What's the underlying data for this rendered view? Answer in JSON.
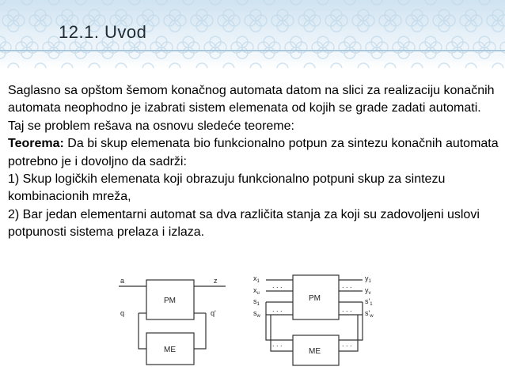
{
  "slide": {
    "title": "12.1. Uvod",
    "paragraphs": [
      {
        "text": "Saglasno sa opštom šemom konačnog automata datom na slici za realizaciju konačnih automata neophodno je izabrati sistem elemenata od kojih se grade zadati automati."
      },
      {
        "text": "Taj se problem rešava na osnovu sledeće teoreme:"
      },
      {
        "label": "Teorema:",
        "text": " Da bi skup elemenata bio funkcionalno potpun za sintezu konačnih automata potrebno je i dovoljno da sadrži:"
      },
      {
        "text": "1) Skup logičkih elemenata koji obrazuju funkcionalno potpuni skup za sintezu kombinacionih mreža,"
      },
      {
        "text": "2) Bar jedan elementarni automat sa dva različita stanja za koji su zadovoljeni uslovi potpunosti sistema prelaza i izlaza."
      }
    ]
  },
  "diagram_left": {
    "input": "a",
    "output": "z",
    "state_in": "q",
    "state_out": "q'",
    "block_top": "PM",
    "block_bottom": "ME"
  },
  "diagram_right": {
    "in_first": "x",
    "in_first_sub": "1",
    "in_last": "x",
    "in_last_sub": "u",
    "state_first": "s",
    "state_first_sub": "1",
    "state_last": "s",
    "state_last_sub": "w",
    "out_first": "y",
    "out_first_sub": "1",
    "out_last": "y",
    "out_last_sub": "v",
    "nstate_first": "s'",
    "nstate_first_sub": "1",
    "nstate_last": "s'",
    "nstate_last_sub": "w",
    "block_top": "PM",
    "block_bottom": "ME",
    "dots": ". . ."
  },
  "colors": {
    "header_band": "#d6e7f3",
    "underline": "#a9c7dd",
    "pattern": "#c2d9ea",
    "text": "#000000"
  }
}
